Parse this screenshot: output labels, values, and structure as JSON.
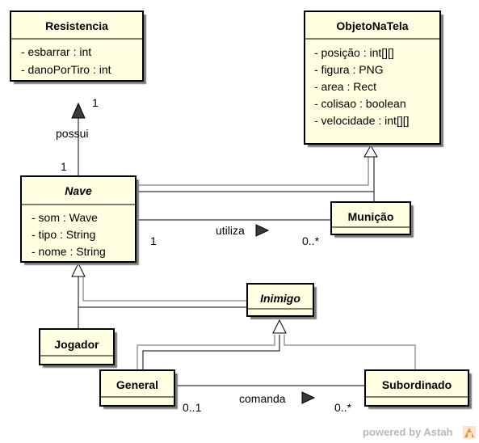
{
  "classes": {
    "resistencia": {
      "name": "Resistencia",
      "attributes": [
        "- esbarrar : int",
        "- danoPorTiro : int"
      ]
    },
    "objeto": {
      "name": "ObjetoNaTela",
      "attributes": [
        "- posição : int[][]",
        "- figura : PNG",
        "- area : Rect",
        "- colisao : boolean",
        "- velocidade : int[][]"
      ]
    },
    "nave": {
      "name": "Nave",
      "abstract": true,
      "attributes": [
        "- som : Wave",
        "- tipo : String",
        "- nome : String"
      ]
    },
    "municao": {
      "name": "Munição"
    },
    "inimigo": {
      "name": "Inimigo",
      "abstract": true
    },
    "jogador": {
      "name": "Jogador"
    },
    "general": {
      "name": "General"
    },
    "subordinado": {
      "name": "Subordinado"
    }
  },
  "associations": {
    "possui": {
      "name": "possui",
      "mult_top": "1",
      "mult_bottom": "1"
    },
    "utiliza": {
      "name": "utiliza",
      "mult_left": "1",
      "mult_right": "0..*"
    },
    "comanda": {
      "name": "comanda",
      "mult_left": "0..1",
      "mult_right": "0..*"
    }
  },
  "watermark": {
    "text": "powered by Astah"
  },
  "colors": {
    "class_fill": "#ffffe1",
    "shadow": "#7a7a7a",
    "line": "#000000",
    "watermark": "#b9b9b9",
    "logo_orange": "#e8933a"
  }
}
